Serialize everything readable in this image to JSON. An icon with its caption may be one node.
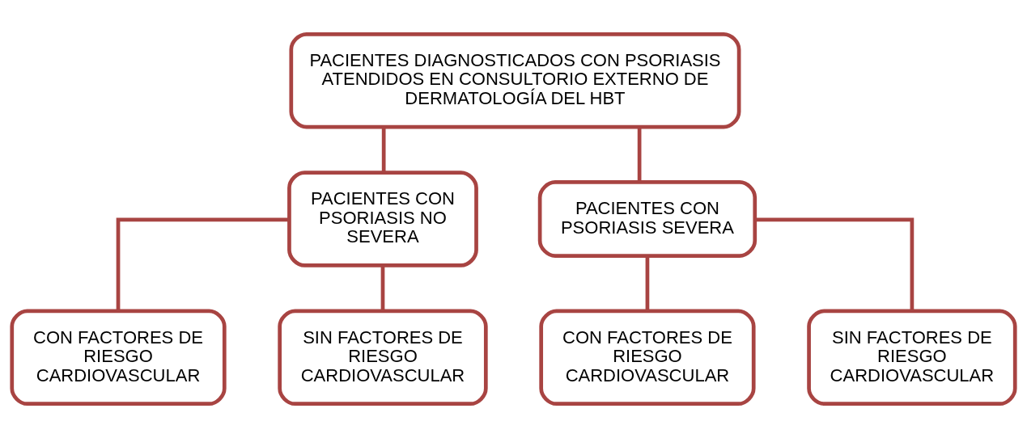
{
  "diagram": {
    "nodes": [
      {
        "text": [
          "PACIENTES DIAGNOSTICADOS CON PSORIASIS ATENDIDOS EN CONSULTORIO EXTERNO DE DERMATOLOGÍA DEL HBT"
        ]
      },
      {
        "text": [
          "PACIENTES CON PSORIASIS NO SEVERA"
        ]
      },
      {
        "text": [
          "PACIENTES CON PSORIASIS SEVERA"
        ]
      },
      {
        "text": [
          "CON FACTORES DE RIESGO CARDIOVASCULAR"
        ]
      },
      {
        "text": [
          "SIN FACTORES DE RIESGO CARDIOVASCULAR"
        ]
      },
      {
        "text": [
          "CON FACTORES DE RIESGO CARDIOVASCULAR"
        ]
      },
      {
        "text": [
          "SIN FACTORES DE RIESGO CARDIOVASCULAR"
        ]
      }
    ],
    "edges": [
      {
        "from": 0,
        "to": 1,
        "arrow": "none"
      },
      {
        "from": 0,
        "to": 2,
        "arrow": "none"
      },
      {
        "from": 1,
        "to": 3,
        "arrow": "none"
      },
      {
        "from": 1,
        "to": 4,
        "arrow": "none"
      },
      {
        "from": 2,
        "to": 5,
        "arrow": "none"
      },
      {
        "from": 2,
        "to": 6,
        "arrow": "none"
      }
    ]
  }
}
